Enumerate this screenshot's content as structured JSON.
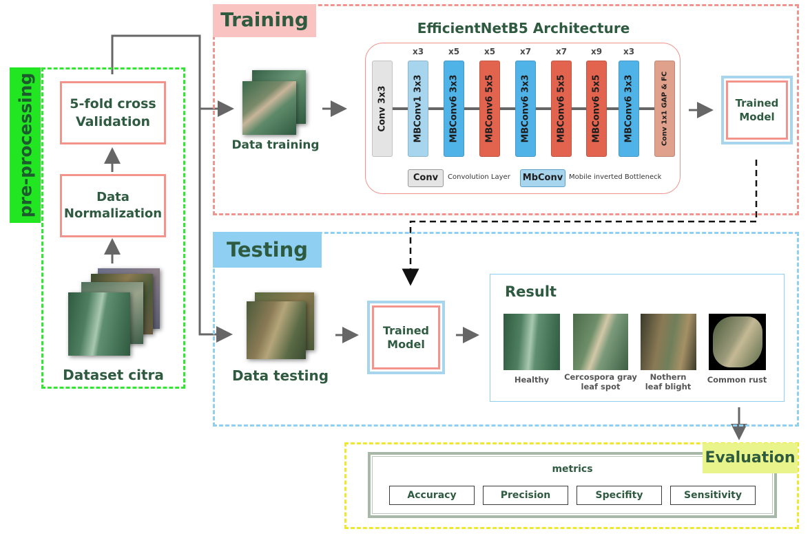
{
  "preprocessing": {
    "title": "pre-processing",
    "dataset_label": "Dataset citra",
    "normalization_label_1": "Data",
    "normalization_label_2": "Normalization",
    "cv_label_1": "5-fold cross",
    "cv_label_2": "Validation"
  },
  "training": {
    "title": "Training",
    "arch_title": "EfficientNetB5 Architecture",
    "data_label": "Data training",
    "trained_model_1": "Trained",
    "trained_model_2": "Model",
    "layers": [
      {
        "name": "Conv 3x3",
        "mult": "",
        "color": "#e4e4e4"
      },
      {
        "name": "MBConv1 3x3",
        "mult": "x3",
        "color": "#a7d5ee"
      },
      {
        "name": "MBConv6 3x3",
        "mult": "x5",
        "color": "#4fb3e8"
      },
      {
        "name": "MBConv6 5x5",
        "mult": "x5",
        "color": "#e2644f"
      },
      {
        "name": "MBConv6 3x3",
        "mult": "x7",
        "color": "#4fb3e8"
      },
      {
        "name": "MBConv6 5x5",
        "mult": "x7",
        "color": "#e2644f"
      },
      {
        "name": "MBConv6 5x5",
        "mult": "x9",
        "color": "#e2644f"
      },
      {
        "name": "MBConv6 3x3",
        "mult": "x3",
        "color": "#4fb3e8"
      },
      {
        "name": "Conv 1x1 GAP & FC",
        "mult": "",
        "color": "#dfa08c"
      }
    ],
    "legend": {
      "conv_tag": "Conv",
      "conv_desc": "Convolution Layer",
      "mbconv_tag": "MbConv",
      "mbconv_desc": "Mobile inverted Bottleneck"
    }
  },
  "testing": {
    "title": "Testing",
    "data_label": "Data testing",
    "trained_model_1": "Trained",
    "trained_model_2": "Model",
    "result_title": "Result",
    "classes": [
      {
        "line1": "Healthy",
        "line2": ""
      },
      {
        "line1": "Cercospora gray",
        "line2": "leaf spot"
      },
      {
        "line1": "Nothern",
        "line2": "leaf blight"
      },
      {
        "line1": "Common rust",
        "line2": ""
      }
    ]
  },
  "evaluation": {
    "title": "Evaluation",
    "metrics_label": "metrics",
    "metrics": [
      "Accuracy",
      "Precision",
      "Specifity",
      "Sensitivity"
    ]
  },
  "colors": {
    "preprocessing_border": "#33e633",
    "training_border": "#f2948c",
    "testing_border": "#8fd0f2",
    "evaluation_border": "#f0e830",
    "title_green": "#2e5a40"
  }
}
